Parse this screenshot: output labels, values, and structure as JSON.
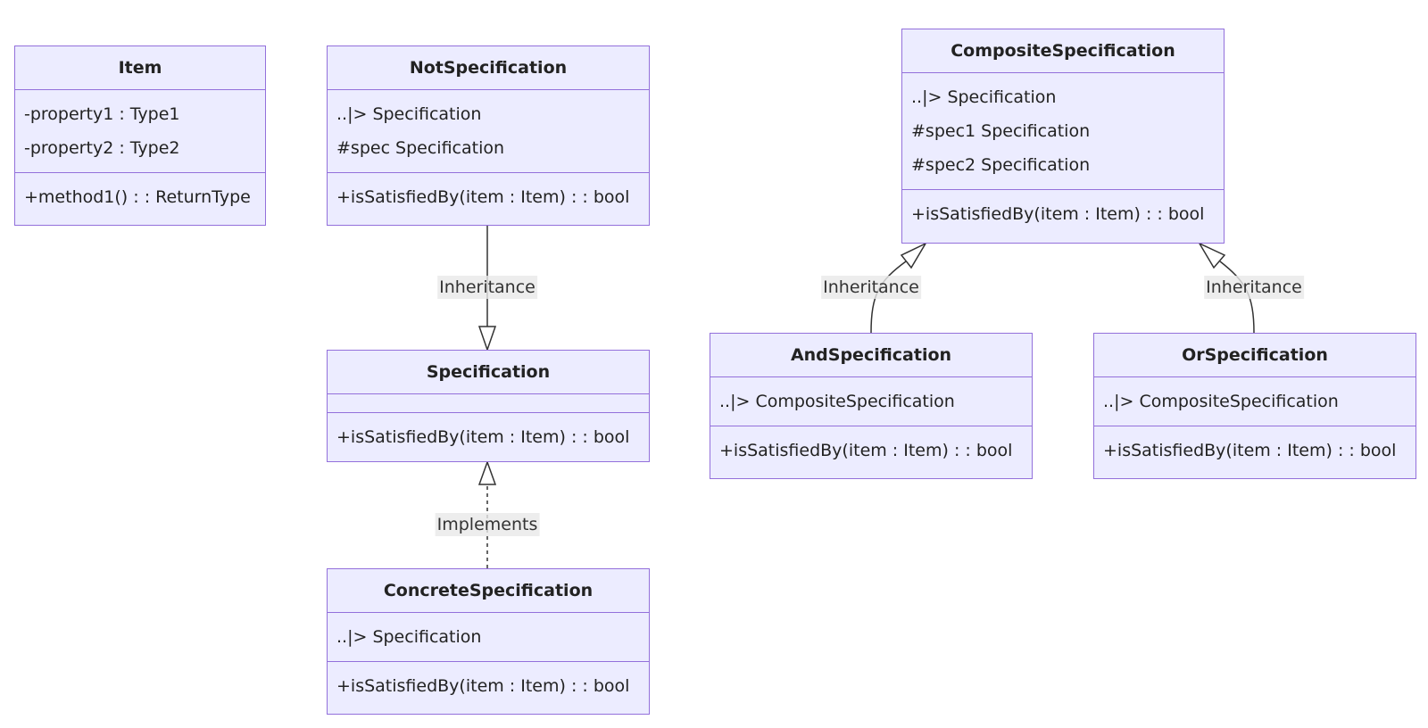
{
  "classes": {
    "item": {
      "name": "Item",
      "attributes": [
        "-property1 : Type1",
        "-property2 : Type2"
      ],
      "methods": [
        "+method1() : : ReturnType"
      ]
    },
    "not_specification": {
      "name": "NotSpecification",
      "attributes": [
        "..|> Specification",
        "#spec Specification"
      ],
      "methods": [
        "+isSatisfiedBy(item : Item) : : bool"
      ]
    },
    "specification": {
      "name": "Specification",
      "attributes": [],
      "methods": [
        "+isSatisfiedBy(item : Item) : : bool"
      ]
    },
    "concrete_specification": {
      "name": "ConcreteSpecification",
      "attributes": [
        "..|> Specification"
      ],
      "methods": [
        "+isSatisfiedBy(item : Item) : : bool"
      ]
    },
    "composite_specification": {
      "name": "CompositeSpecification",
      "attributes": [
        "..|> Specification",
        "#spec1 Specification",
        "#spec2 Specification"
      ],
      "methods": [
        "+isSatisfiedBy(item : Item) : : bool"
      ]
    },
    "and_specification": {
      "name": "AndSpecification",
      "attributes": [
        "..|> CompositeSpecification"
      ],
      "methods": [
        "+isSatisfiedBy(item : Item) : : bool"
      ]
    },
    "or_specification": {
      "name": "OrSpecification",
      "attributes": [
        "..|> CompositeSpecification"
      ],
      "methods": [
        "+isSatisfiedBy(item : Item) : : bool"
      ]
    }
  },
  "edges": {
    "not_to_spec": "Inheritance",
    "concrete_to_spec": "Implements",
    "and_to_composite": "Inheritance",
    "or_to_composite": "Inheritance"
  },
  "colors": {
    "box_fill": "#ECECFF",
    "box_border": "#9370DB",
    "edge_line": "#333333",
    "label_bg": "#E8E8E8"
  }
}
